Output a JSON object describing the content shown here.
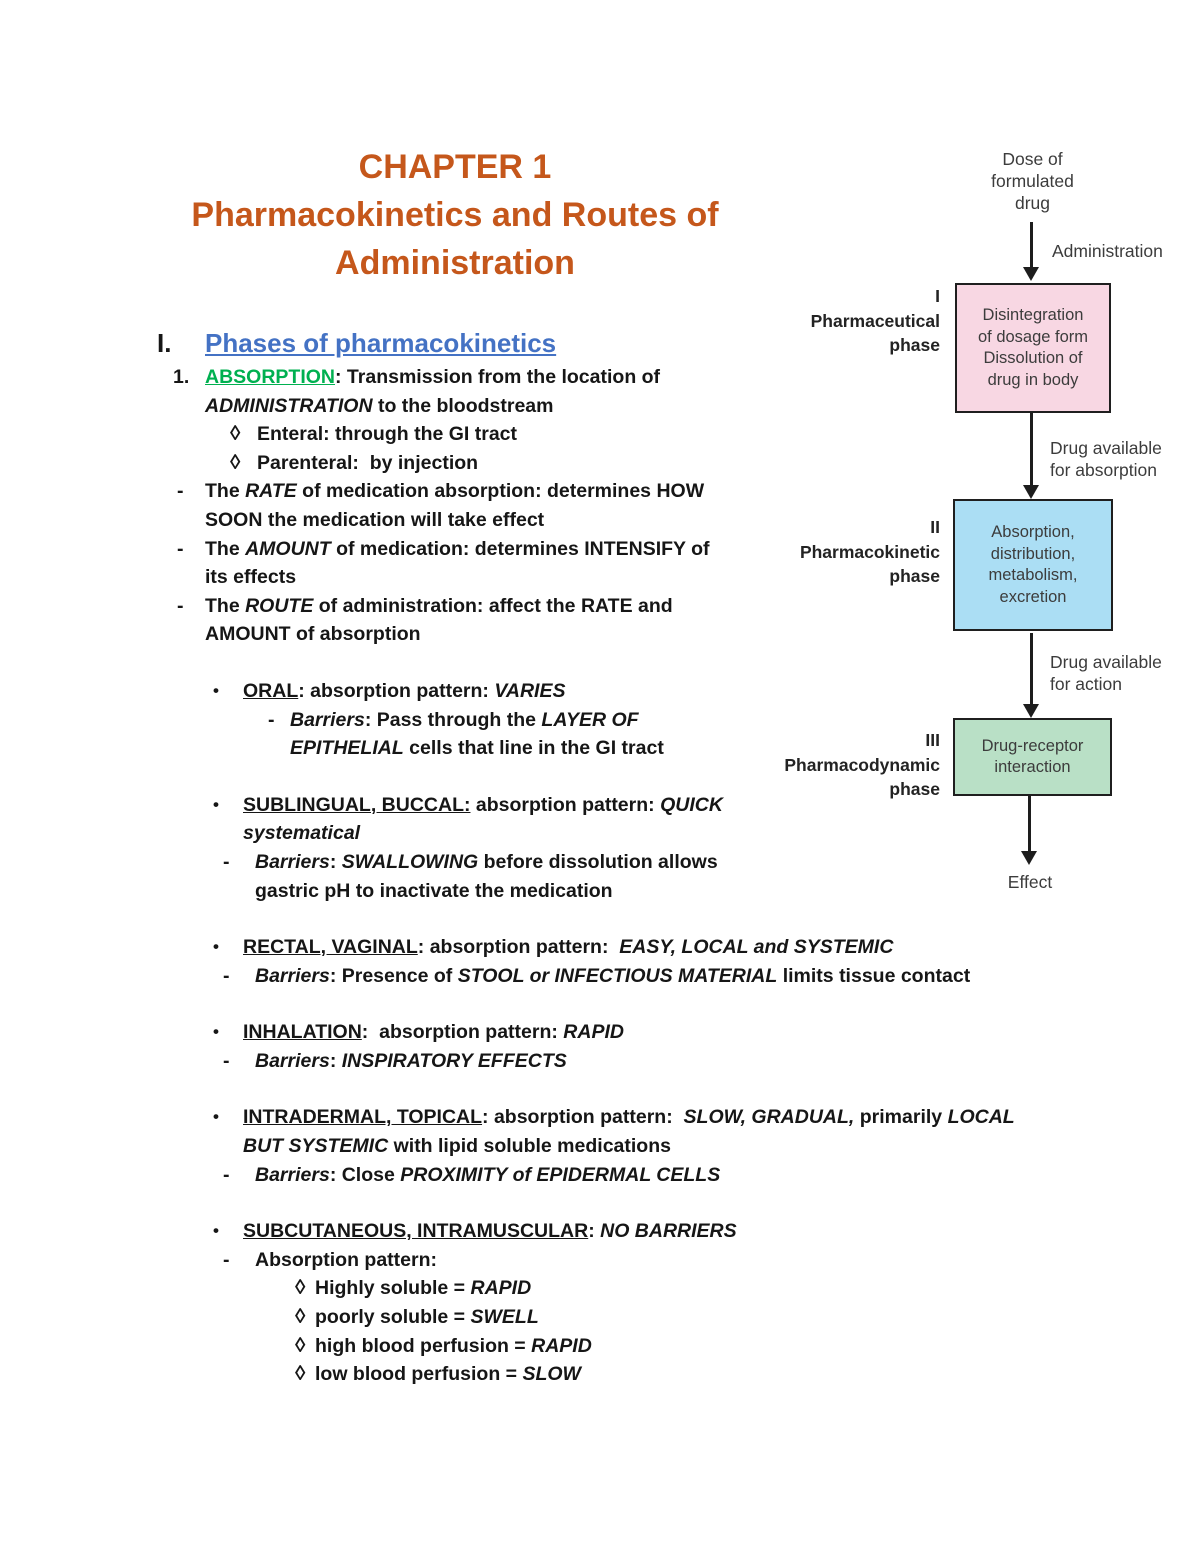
{
  "colors": {
    "title_orange": "#c5571b",
    "heading_blue": "#4472c4",
    "absorption_green": "#00b050",
    "box_pink": "#f8d7e3",
    "box_blue": "#abdef4",
    "box_green": "#b9e0c6"
  },
  "title": {
    "lines": [
      "CHAPTER 1",
      "Pharmacokinetics and Routes of",
      "Administration"
    ]
  },
  "doc": {
    "sections": [
      {
        "id": "phases-heading",
        "lines": [
          {
            "cls": "heading",
            "name": "section-heading",
            "marker": "I.",
            "runs": [
              {
                "st": "hblue",
                "t": "Phases of pharmacokinetics"
              }
            ]
          }
        ]
      },
      {
        "id": "absorption",
        "lines": [
          {
            "cls": "num",
            "name": "absorption-heading",
            "marker": "1.",
            "runs": [
              {
                "st": "gu",
                "t": "ABSORPTION"
              },
              {
                "st": "b",
                "t": ": Transmission from the location of"
              }
            ]
          },
          {
            "cls": "cont1",
            "runs": [
              {
                "st": "bi",
                "t": "ADMINISTRATION"
              },
              {
                "st": "b",
                "t": " to the bloodstream"
              }
            ]
          },
          {
            "cls": "dia1",
            "marker": "◊",
            "runs": [
              {
                "st": "b",
                "t": "Enteral: through the GI tract"
              }
            ]
          },
          {
            "cls": "dia1",
            "marker": "◊",
            "runs": [
              {
                "st": "b",
                "t": "Parenteral:  by injection"
              }
            ]
          },
          {
            "cls": "dash1",
            "marker": "-",
            "runs": [
              {
                "st": "b",
                "t": "The "
              },
              {
                "st": "bi",
                "t": "RATE"
              },
              {
                "st": "b",
                "t": " of medication absorption: determines HOW"
              }
            ]
          },
          {
            "cls": "cont1",
            "runs": [
              {
                "st": "b",
                "t": "SOON the medication will take effect"
              }
            ]
          },
          {
            "cls": "dash1",
            "marker": "-",
            "runs": [
              {
                "st": "b",
                "t": "The "
              },
              {
                "st": "bi",
                "t": "AMOUNT"
              },
              {
                "st": "b",
                "t": " of medication: determines INTENSIFY of"
              }
            ]
          },
          {
            "cls": "cont1",
            "runs": [
              {
                "st": "b",
                "t": "its effects"
              }
            ]
          },
          {
            "cls": "dash1",
            "marker": "-",
            "runs": [
              {
                "st": "b",
                "t": "The "
              },
              {
                "st": "bi",
                "t": "ROUTE"
              },
              {
                "st": "b",
                "t": " of administration: affect the RATE and"
              }
            ]
          },
          {
            "cls": "cont1",
            "runs": [
              {
                "st": "b",
                "t": "AMOUNT of absorption"
              }
            ]
          }
        ]
      },
      {
        "id": "oral",
        "lines": [
          {
            "cls": "bullet",
            "name": "oral-heading",
            "marker": "•",
            "runs": [
              {
                "st": "u",
                "t": "ORAL"
              },
              {
                "st": "b",
                "t": ": absorption pattern: "
              },
              {
                "st": "bi",
                "t": "VARIES"
              }
            ]
          },
          {
            "cls": "dashO",
            "marker": "-",
            "runs": [
              {
                "st": "bi",
                "t": "Barriers"
              },
              {
                "st": "b",
                "t": ": Pass through the "
              },
              {
                "st": "bi",
                "t": "LAYER OF"
              }
            ]
          },
          {
            "cls": "contO",
            "runs": [
              {
                "st": "bi",
                "t": "EPITHELIAL"
              },
              {
                "st": "b",
                "t": " cells that line in the GI tract"
              }
            ]
          }
        ]
      },
      {
        "id": "sublingual",
        "lines": [
          {
            "cls": "bullet",
            "name": "sublingual-heading",
            "marker": "•",
            "runs": [
              {
                "st": "u",
                "t": "SUBLINGUAL, BUCCAL:"
              },
              {
                "st": "b",
                "t": " absorption pattern: "
              },
              {
                "st": "bi",
                "t": "QUICK"
              }
            ]
          },
          {
            "cls": "contB",
            "runs": [
              {
                "st": "bi",
                "t": "systematical"
              }
            ]
          },
          {
            "cls": "dash2",
            "marker": "-",
            "runs": [
              {
                "st": "bi",
                "t": "Barriers"
              },
              {
                "st": "b",
                "t": ": "
              },
              {
                "st": "bi",
                "t": "SWALLOWING"
              },
              {
                "st": "b",
                "t": " before dissolution allows"
              }
            ]
          },
          {
            "cls": "cont2",
            "runs": [
              {
                "st": "b",
                "t": "gastric pH to inactivate the medication"
              }
            ]
          }
        ]
      },
      {
        "id": "rectal",
        "lines": [
          {
            "cls": "bullet",
            "name": "rectal-heading",
            "marker": "•",
            "runs": [
              {
                "st": "u",
                "t": "RECTAL, VAGINAL"
              },
              {
                "st": "b",
                "t": ": absorption pattern:  "
              },
              {
                "st": "bi",
                "t": "EASY, LOCAL and SYSTEMIC"
              }
            ]
          },
          {
            "cls": "dash2",
            "marker": "-",
            "runs": [
              {
                "st": "bi",
                "t": "Barriers"
              },
              {
                "st": "b",
                "t": ": Presence of "
              },
              {
                "st": "bi",
                "t": "STOOL or INFECTIOUS MATERIAL"
              },
              {
                "st": "b",
                "t": " limits tissue contact"
              }
            ]
          }
        ]
      },
      {
        "id": "inhalation",
        "lines": [
          {
            "cls": "bullet",
            "name": "inhalation-heading",
            "marker": "•",
            "runs": [
              {
                "st": "u",
                "t": "INHALATION"
              },
              {
                "st": "b",
                "t": ":  absorption pattern: "
              },
              {
                "st": "bi",
                "t": "RAPID"
              }
            ]
          },
          {
            "cls": "dash2",
            "marker": "-",
            "runs": [
              {
                "st": "bi",
                "t": "Barriers"
              },
              {
                "st": "b",
                "t": ": "
              },
              {
                "st": "bi",
                "t": "INSPIRATORY EFFECTS"
              }
            ]
          }
        ]
      },
      {
        "id": "intradermal",
        "lines": [
          {
            "cls": "bullet",
            "name": "intradermal-heading",
            "marker": "•",
            "runs": [
              {
                "st": "u",
                "t": "INTRADERMAL, TOPICAL"
              },
              {
                "st": "b",
                "t": ": absorption pattern:  "
              },
              {
                "st": "bi",
                "t": "SLOW, GRADUAL,"
              },
              {
                "st": "b",
                "t": " primarily "
              },
              {
                "st": "bi",
                "t": "LOCAL"
              }
            ]
          },
          {
            "cls": "contB",
            "runs": [
              {
                "st": "bi",
                "t": "BUT SYSTEMIC"
              },
              {
                "st": "b",
                "t": " with lipid soluble medications"
              }
            ]
          },
          {
            "cls": "dash2",
            "marker": "-",
            "runs": [
              {
                "st": "bi",
                "t": "Barriers"
              },
              {
                "st": "b",
                "t": ": Close "
              },
              {
                "st": "bi",
                "t": "PROXIMITY of EPIDERMAL CELLS"
              }
            ]
          }
        ]
      },
      {
        "id": "subcutaneous",
        "lines": [
          {
            "cls": "bullet",
            "name": "subcutaneous-heading",
            "marker": "•",
            "runs": [
              {
                "st": "u",
                "t": "SUBCUTANEOUS, INTRAMUSCULAR"
              },
              {
                "st": "b",
                "t": ": "
              },
              {
                "st": "bi",
                "t": "NO BARRIERS"
              }
            ]
          },
          {
            "cls": "dash2",
            "marker": "-",
            "runs": [
              {
                "st": "b",
                "t": "Absorption pattern:"
              }
            ]
          },
          {
            "cls": "dia2",
            "marker": "◊",
            "runs": [
              {
                "st": "b",
                "t": "Highly soluble = "
              },
              {
                "st": "bi",
                "t": "RAPID"
              }
            ]
          },
          {
            "cls": "dia2",
            "marker": "◊",
            "runs": [
              {
                "st": "b",
                "t": "poorly soluble = "
              },
              {
                "st": "bi",
                "t": "SWELL"
              }
            ]
          },
          {
            "cls": "dia2",
            "marker": "◊",
            "runs": [
              {
                "st": "b",
                "t": "high blood perfusion = "
              },
              {
                "st": "bi",
                "t": "RAPID"
              }
            ]
          },
          {
            "cls": "dia2",
            "marker": "◊",
            "runs": [
              {
                "st": "b",
                "t": "low blood perfusion = "
              },
              {
                "st": "bi",
                "t": "SLOW"
              }
            ]
          }
        ]
      }
    ]
  },
  "diagram": {
    "dose_lines": [
      "Dose of",
      "formulated",
      "drug"
    ],
    "administration_label": "Administration",
    "phase1": {
      "numeral": "I",
      "label_lines": [
        "Pharmaceutical",
        "phase"
      ],
      "box_lines": [
        "Disintegration",
        "of dosage form",
        "Dissolution of",
        "drug in body"
      ]
    },
    "between1_lines": [
      "Drug available",
      "for absorption"
    ],
    "phase2": {
      "numeral": "II",
      "label_lines": [
        "Pharmacokinetic",
        "phase"
      ],
      "box_lines": [
        "Absorption,",
        "distribution,",
        "metabolism,",
        "excretion"
      ]
    },
    "between2_lines": [
      "Drug available",
      "for action"
    ],
    "phase3": {
      "numeral": "III",
      "label_lines": [
        "Pharmacodynamic",
        "phase"
      ],
      "box_lines": [
        "Drug-receptor",
        "interaction"
      ]
    },
    "effect_label": "Effect"
  }
}
